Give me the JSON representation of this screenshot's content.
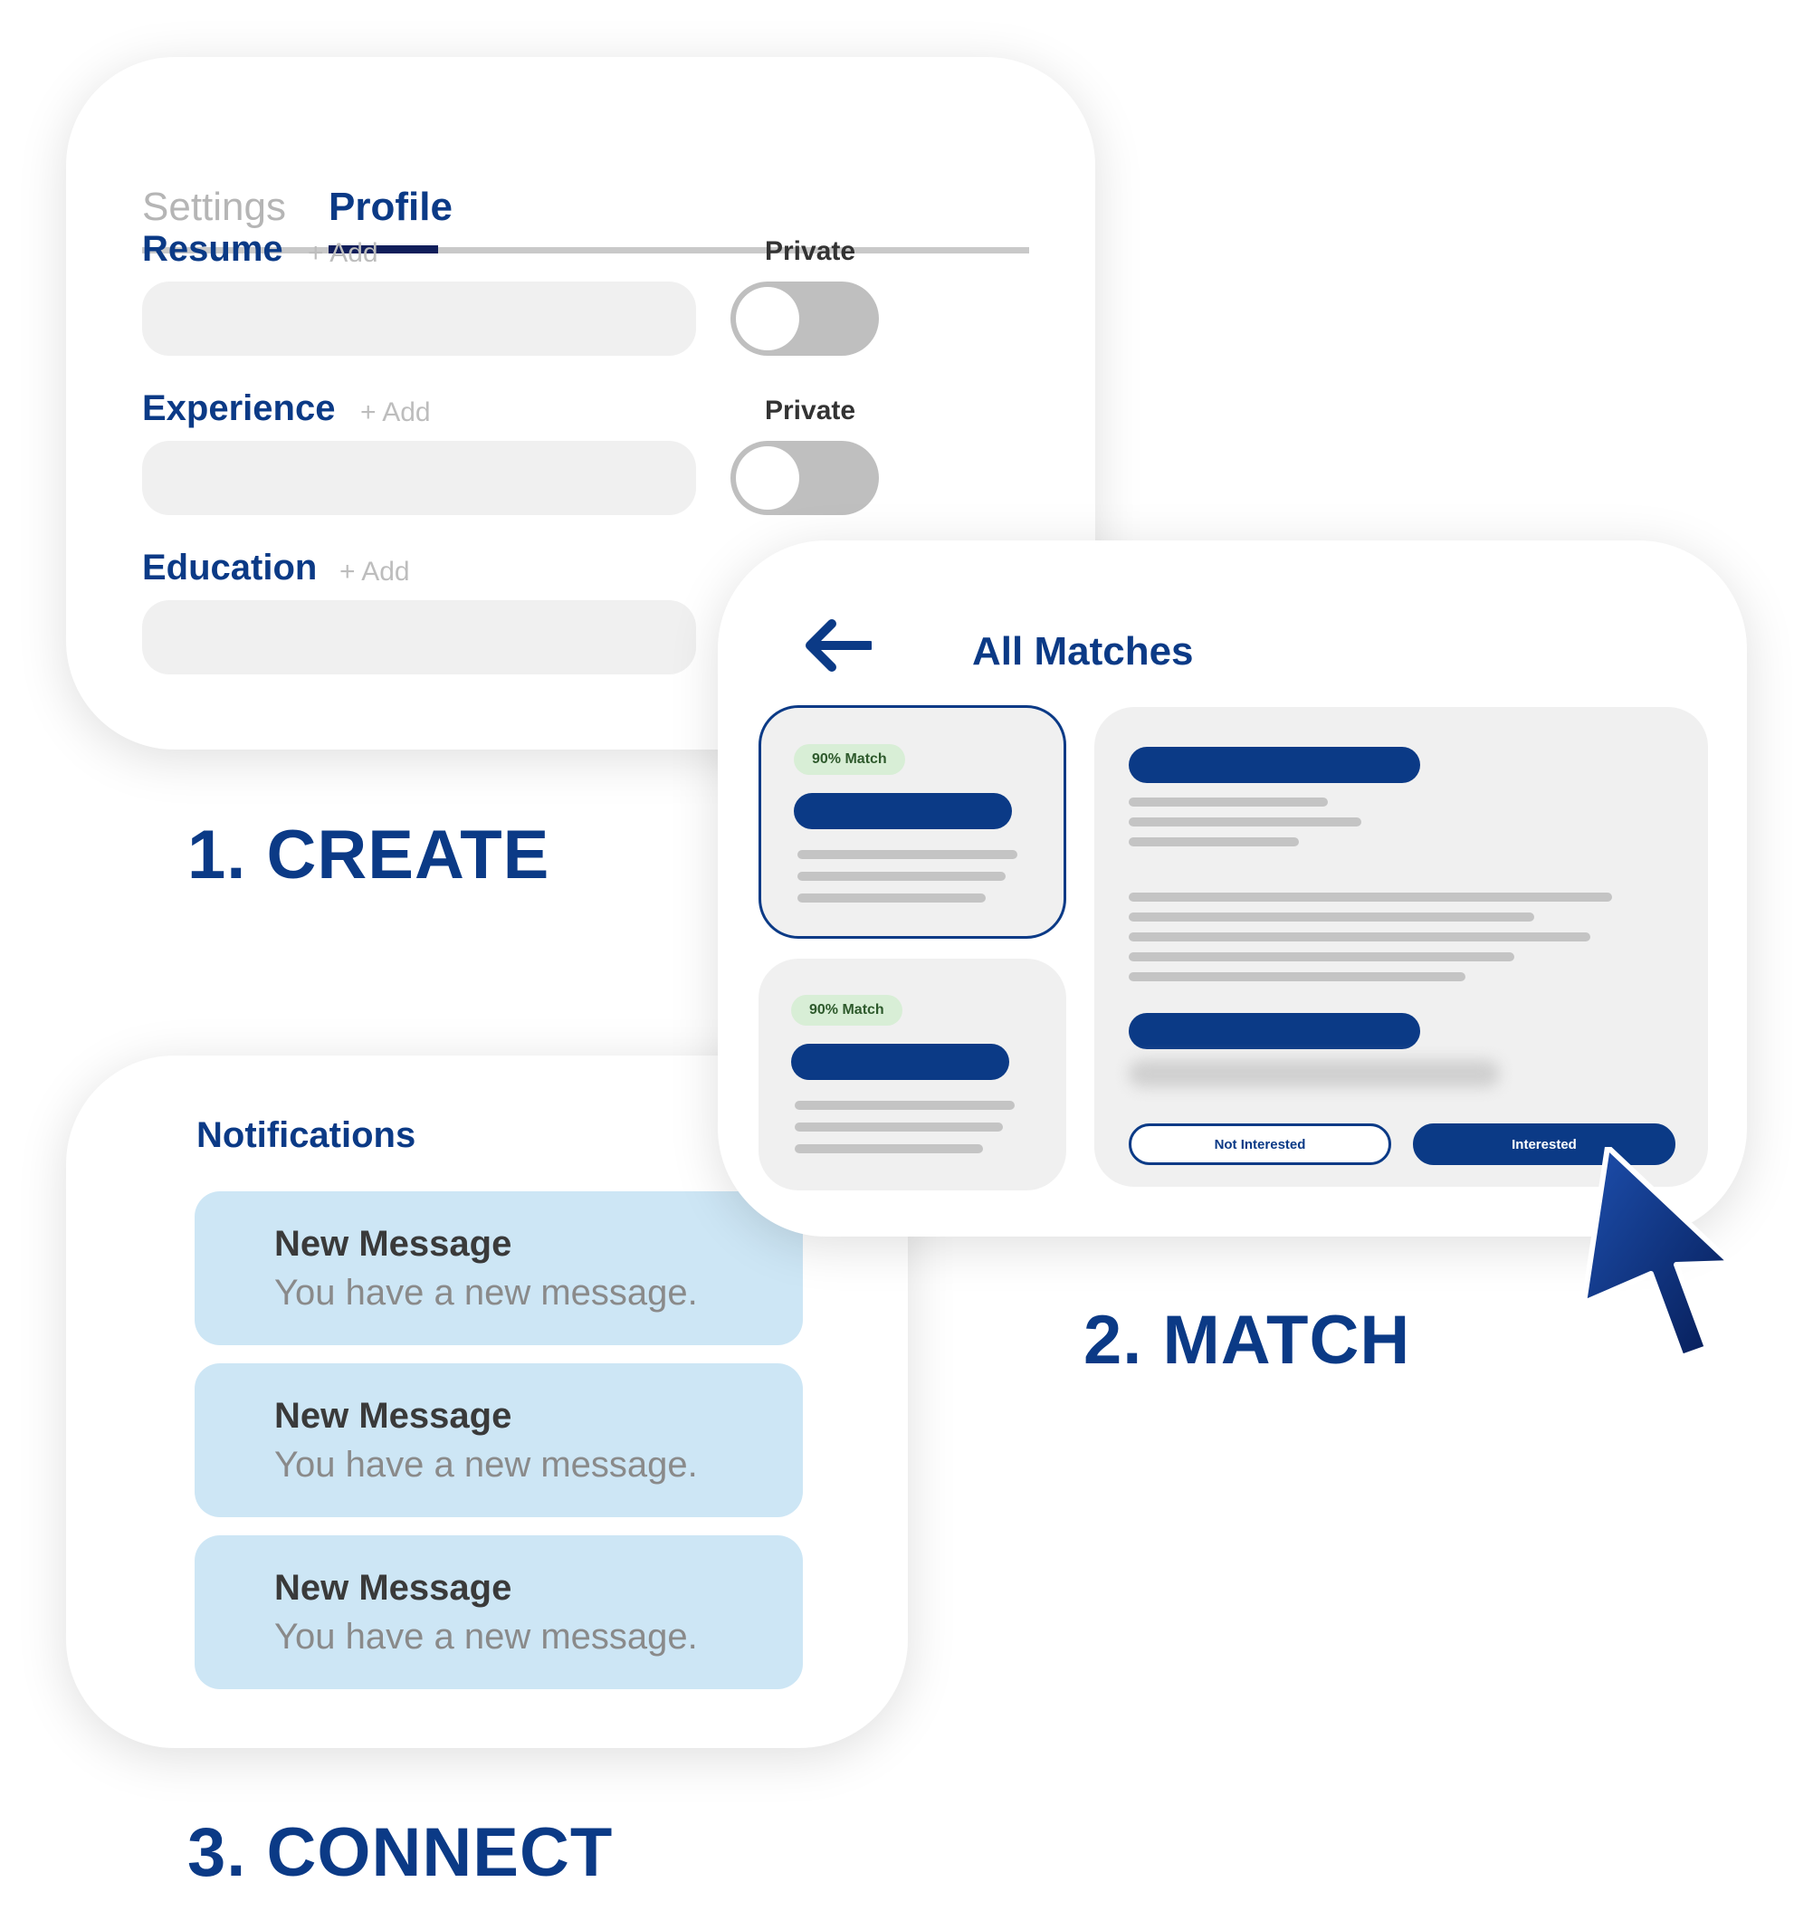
{
  "profile": {
    "tabs": {
      "settings": "Settings",
      "profile": "Profile"
    },
    "sections": [
      {
        "title": "Resume",
        "add": "+ Add",
        "private_label": "Private"
      },
      {
        "title": "Experience",
        "add": "+ Add",
        "private_label": "Private"
      },
      {
        "title": "Education",
        "add": "+ Add"
      }
    ],
    "step": "1. CREATE"
  },
  "matches": {
    "title": "All Matches",
    "cards": [
      {
        "badge": "90% Match"
      },
      {
        "badge": "90% Match"
      }
    ],
    "buttons": {
      "not_interested": "Not Interested",
      "interested": "Interested"
    },
    "step": "2. MATCH"
  },
  "notifications": {
    "title": "Notifications",
    "items": [
      {
        "title": "New Message",
        "body": "You have a new message."
      },
      {
        "title": "New Message",
        "body": "You have a new message."
      },
      {
        "title": "New Message",
        "body": "You have a new message."
      }
    ],
    "step": "3. CONNECT"
  },
  "colors": {
    "brand_navy": "#0b3a86",
    "toggle_off": "#bfbfbf",
    "notification_bg": "#cde6f5",
    "match_badge_bg": "#d8eed6"
  },
  "icons": [
    "back-arrow-icon",
    "mouse-cursor-icon"
  ]
}
